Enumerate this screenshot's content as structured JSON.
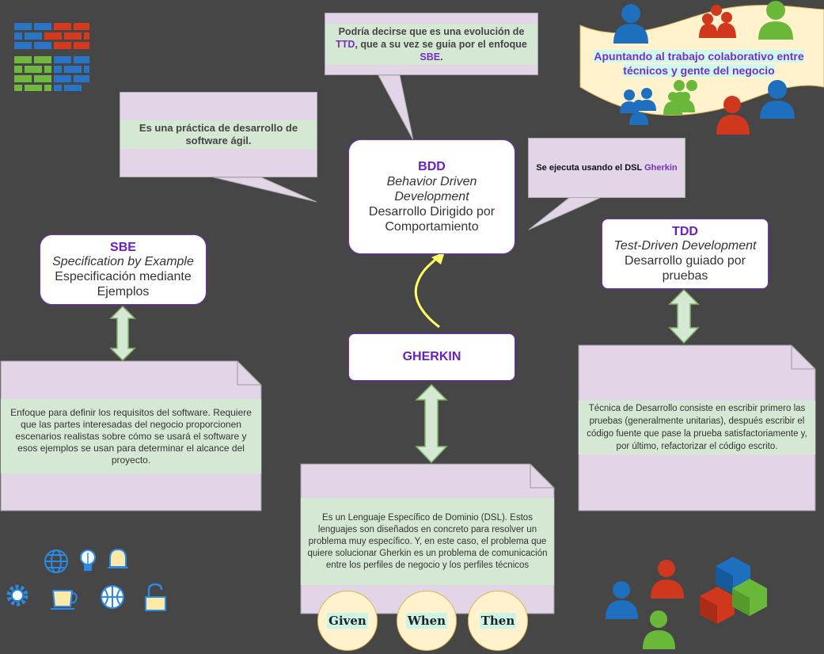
{
  "center": {
    "title": "BDD",
    "english": "Behavior Driven Development",
    "spanish": "Desarrollo Dirigido por Comportamiento"
  },
  "sbe": {
    "title": "SBE",
    "english": "Specification by Example",
    "spanish": "Especificación mediante Ejemplos",
    "note": "Enfoque para definir los requisitos del software. Requiere que las partes interesadas del negocio proporcionen escenarios realistas sobre cómo se usará el software y esos ejemplos se usan para determinar el alcance del proyecto."
  },
  "tdd": {
    "title": "TDD",
    "english": "Test-Driven Development",
    "spanish": "Desarrollo guiado por pruebas",
    "note": "Técnica de Desarrollo consiste en escribir primero las pruebas (generalmente unitarias), después escribir el código fuente que pase la prueba satisfactoriamente y, por último, refactorizar el código escrito."
  },
  "gherkin": {
    "title": "GHERKIN",
    "note": "Es un Lenguaje Específico de Dominio (DSL). Estos lenguajes son diseñados en concreto para resolver un problema muy específico. Y, en este caso, el problema que quiere solucionar Gherkin es un problema de comunicación entre los perfiles de negocio y los perfiles técnicos",
    "steps": [
      "Given",
      "When",
      "Then"
    ]
  },
  "callouts": {
    "agile": "Es una práctica de desarrollo de software ágil.",
    "evolution_pre": "Podría decirse que es una evolución de ",
    "evolution_tdd": "TTD",
    "evolution_mid": ", que a su vez se guia por el enfoque ",
    "evolution_sbe": "SBE",
    "evolution_post": ".",
    "dsl_pre": "Se ejecuta usando el DSL ",
    "dsl_gherkin": "Gherkin"
  },
  "banner": {
    "line1": "Apuntando al trabajo colaborativo entre",
    "line2": "técnicos y gente del negocio"
  },
  "colors": {
    "background": "#464646",
    "accent": "#7b2fbf",
    "callout_fill": "#e1d5e7",
    "callout_band": "#d5e8d4",
    "arrow_fill": "#d5e8d4",
    "arrow_stroke": "#82b366",
    "yellow_arrow": "#ffff66",
    "circle_fill": "#fff2cc",
    "people_blue": "#1f6fbf",
    "people_red": "#d0381e",
    "people_green": "#6ab83a"
  },
  "icons": [
    "brick-wall-icon",
    "globe-icon",
    "lightbulb-icon",
    "bell-icon",
    "gear-icon",
    "coffee-icon",
    "basketball-icon",
    "padlock-icon",
    "cubes-icon",
    "people-icon"
  ]
}
